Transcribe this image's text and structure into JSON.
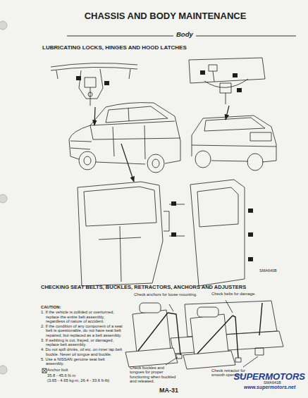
{
  "diagram": {
    "title": "CHASSIS AND BODY MAINTENANCE",
    "labels": [
      "Body",
      "LUBRICATING LOCKS, HINGES AND HOOD LATCHES",
      "SMA640B",
      "CHECKING SEAT BELTS, BUCKLES, RETRACTORS, ANCHORS AND ADJUSTERS",
      "CAUTION:",
      "1. If the vehicle is collided or overturned, replace the entire belt assembly, regardless of nature of accident.",
      "2. If the condition of any component of a seat belt is questionable, do not have seat belt repaired, but replaced as a belt assembly.",
      "3. If webbing is cut, frayed, or damaged, replace belt assembly.",
      "4. Do not spill drinks, oil etc. on inner lap belt buckle. Never oil tongue and buckle.",
      "5. Use a NISSAN genuine seat belt assembly.",
      "Anchor bolt",
      "35.8 - 45.6 N·m",
      "(3.65 - 4.65 kg-m, 26.4 - 33.6 ft-lb)",
      "Check anchors for loose mounting.",
      "Check belts for damage.",
      "Check buckles and tongues for proper functioning when buckled and released.",
      "Check retractor for smooth operation.",
      "SMA641B",
      "MA-31",
      "SUPERMOTORS",
      "www.supermotors.net"
    ]
  }
}
